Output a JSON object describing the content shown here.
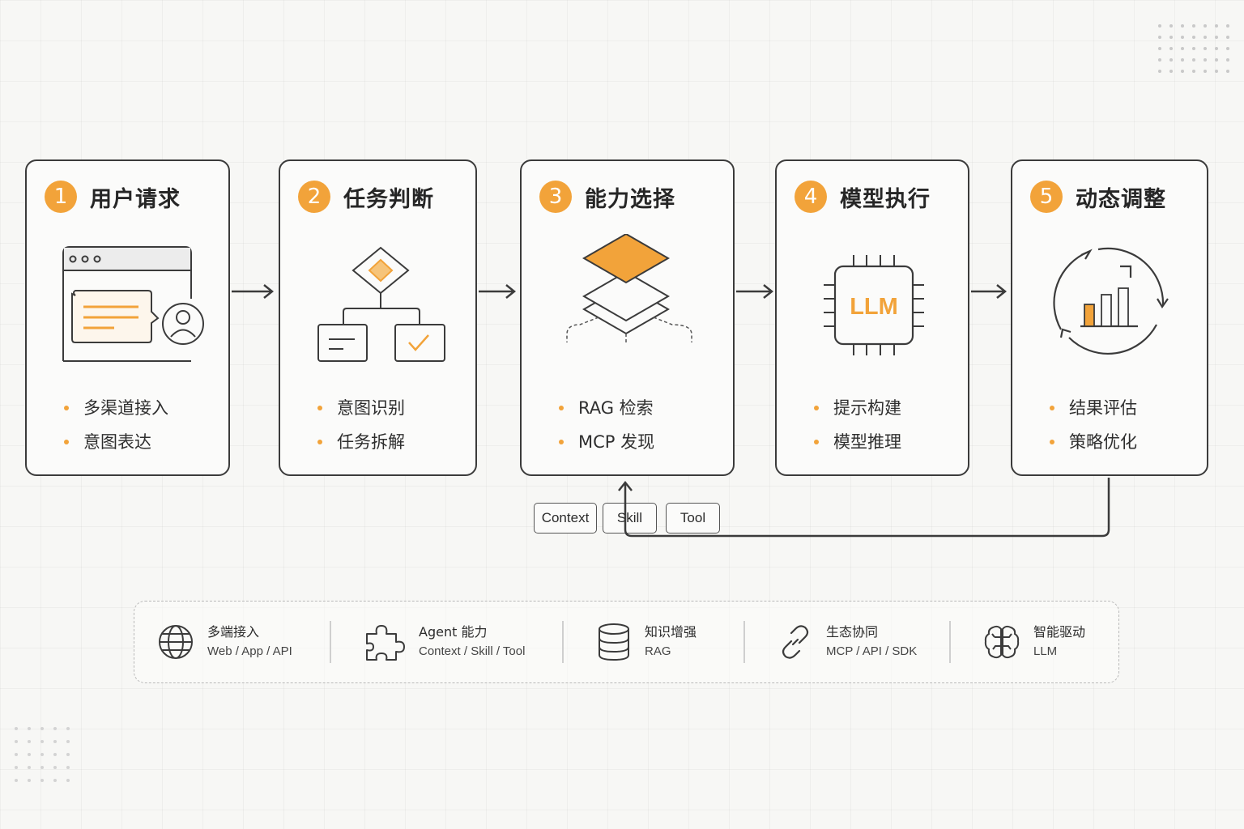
{
  "steps": [
    {
      "num": "1",
      "title": "用户请求",
      "bullets": [
        "多渠道接入",
        "意图表达"
      ]
    },
    {
      "num": "2",
      "title": "任务判断",
      "bullets": [
        "意图识别",
        "任务拆解"
      ]
    },
    {
      "num": "3",
      "title": "能力选择",
      "bullets": [
        "RAG 检索",
        "MCP 发现"
      ],
      "chips": [
        "Context",
        "Skill",
        "Tool"
      ]
    },
    {
      "num": "4",
      "title": "模型执行",
      "bullets": [
        "提示构建",
        "模型推理"
      ],
      "chip_label": "LLM"
    },
    {
      "num": "5",
      "title": "动态调整",
      "bullets": [
        "结果评估",
        "策略优化"
      ]
    }
  ],
  "features": [
    {
      "icon": "globe-icon",
      "title": "多端接入",
      "sub": "Web / App / API"
    },
    {
      "icon": "puzzle-icon",
      "title": "Agent 能力",
      "sub": "Context / Skill / Tool"
    },
    {
      "icon": "database-icon",
      "title": "知识增强",
      "sub": "RAG"
    },
    {
      "icon": "link-icon",
      "title": "生态协同",
      "sub": "MCP / API / SDK"
    },
    {
      "icon": "brain-icon",
      "title": "智能驱动",
      "sub": "LLM"
    }
  ],
  "colors": {
    "accent": "#f2a33a",
    "stroke": "#3b3b3b",
    "background": "#f7f7f5"
  }
}
